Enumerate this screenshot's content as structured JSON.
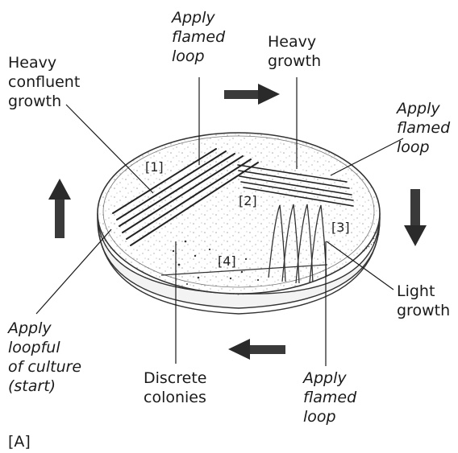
{
  "labels": {
    "heavy_confluent": "Heavy\nconfluent\ngrowth",
    "apply_flamed_top": "Apply\nflamed\nloop",
    "heavy_growth": "Heavy\ngrowth",
    "apply_flamed_right": "Apply\nflamed\nloop",
    "light_growth": "Light\ngrowth",
    "apply_flamed_bottom": "Apply\nflamed\nloop",
    "discrete_colonies": "Discrete\ncolonies",
    "apply_loopful": "Apply\nloopful\nof culture\n(start)",
    "panel": "[A]"
  },
  "sections": [
    "[1]",
    "[2]",
    "[3]",
    "[4]"
  ],
  "arrows": {
    "top": "arrow-right",
    "right": "arrow-down",
    "bottom": "arrow-left",
    "left": "arrow-up"
  },
  "colors": {
    "ink": "#1a1a1a",
    "plate_edge": "#333333",
    "arrow": "#2a2a2a"
  }
}
